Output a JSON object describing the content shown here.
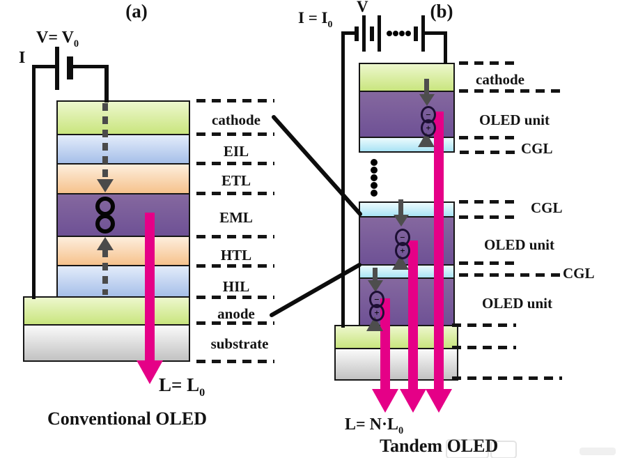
{
  "title_tags": {
    "a": "(a)",
    "b": "(b)"
  },
  "circuit_a": {
    "voltage_label": "V= V",
    "voltage_sub": "0",
    "current_label": "I"
  },
  "circuit_b": {
    "current_label": "I = I",
    "current_sub": "0",
    "voltage_label": "V"
  },
  "stack_a_labels": [
    "cathode",
    "EIL",
    "ETL",
    "EML",
    "HTL",
    "HIL",
    "anode",
    "substrate"
  ],
  "stack_b_labels": [
    "cathode",
    "OLED unit",
    "CGL",
    "CGL",
    "OLED unit",
    "CGL",
    "OLED unit"
  ],
  "luminance_a": {
    "text": "L= L",
    "sub": "0"
  },
  "luminance_b": {
    "text": "L= N·L",
    "sub": "0"
  },
  "captions": {
    "a": "Conventional OLED",
    "b": "Tandem OLED"
  },
  "symbols": {
    "minus": "−",
    "plus": "+"
  },
  "colors": {
    "electrode_green": "#c9e57e",
    "injection_blue": "#a6bfe9",
    "transport_orange": "#f6c28c",
    "emissive_purple": "#77599c",
    "cgl_cyan": "#a9e3f5",
    "substrate_gray": "#c2c2c2",
    "light_magenta": "#e50087",
    "carrier_gray": "#4d4d4d",
    "line_black": "#111111"
  }
}
